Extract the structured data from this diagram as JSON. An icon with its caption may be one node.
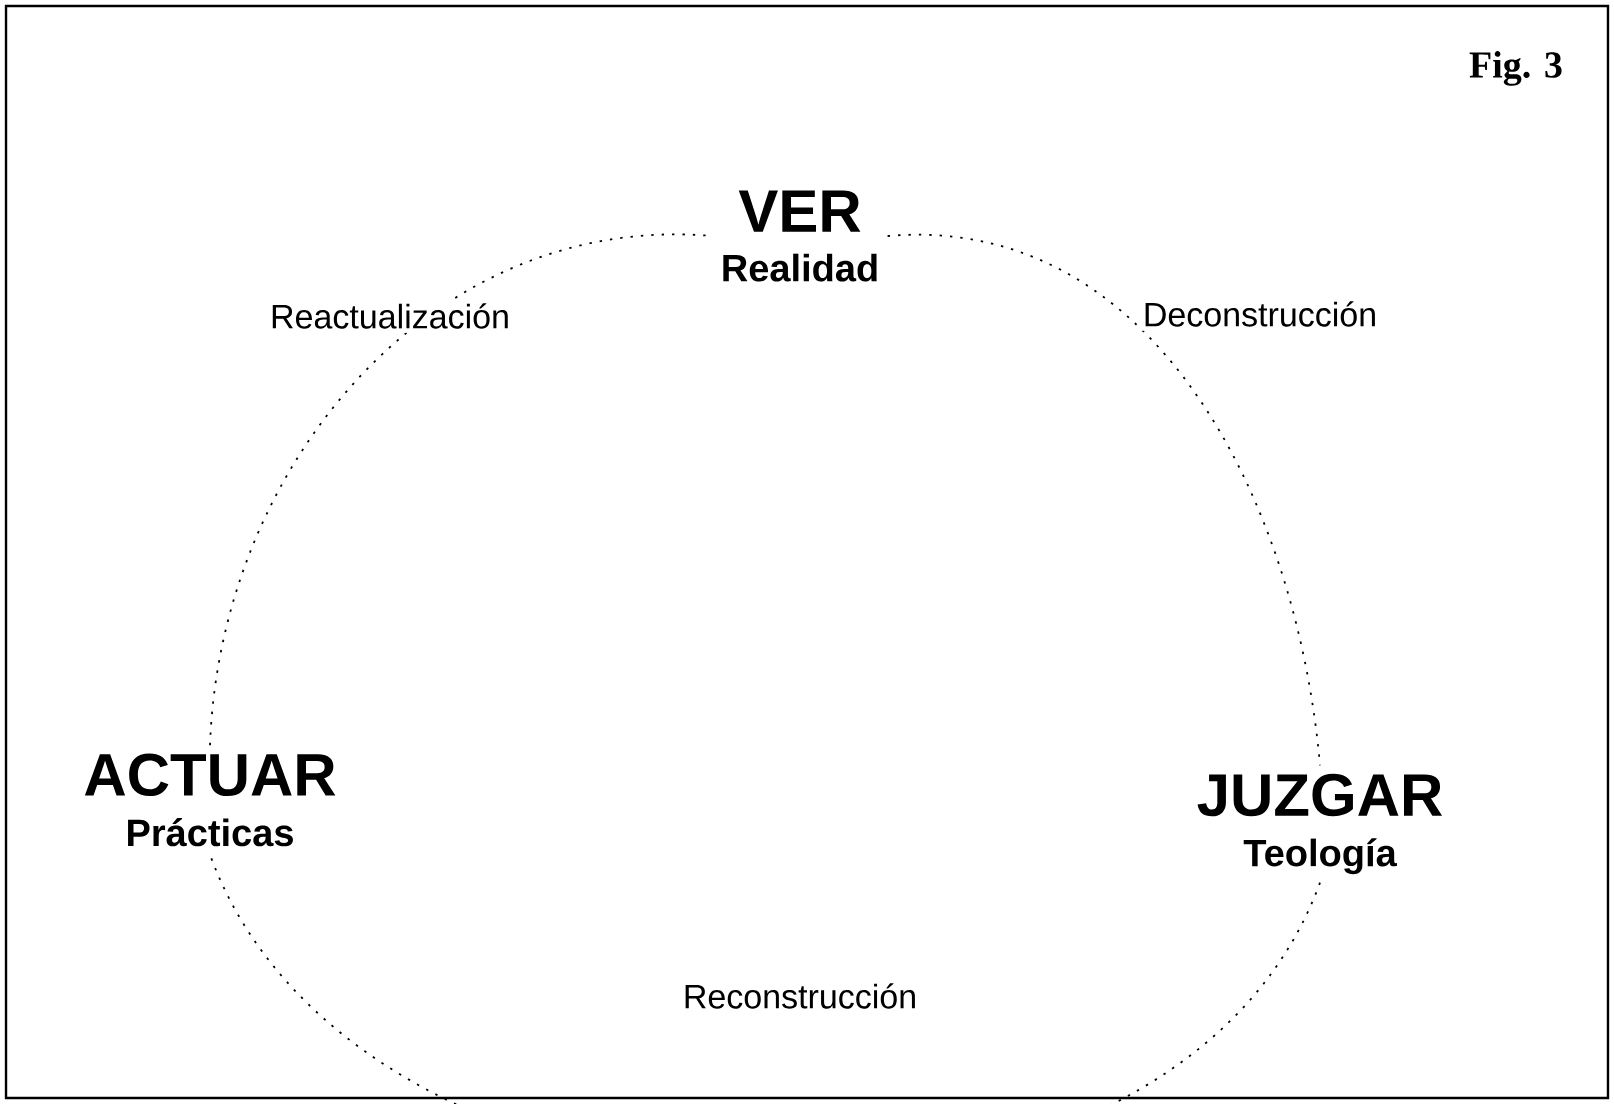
{
  "diagram": {
    "nodes": [
      {
        "text": [
          "VER",
          "Realidad"
        ]
      },
      {
        "text": [
          "JUZGAR",
          "Teología"
        ]
      },
      {
        "text": [
          "ACTUAR",
          "Prácticas"
        ]
      }
    ],
    "edges": [
      {
        "from": 0,
        "to": 1,
        "arrow": "none",
        "style": "dashed",
        "label": "Deconstrucción"
      },
      {
        "from": 1,
        "to": 2,
        "arrow": "none",
        "style": "dashed",
        "label": "Reconstrucción"
      },
      {
        "from": 2,
        "to": 0,
        "arrow": "none",
        "style": "dashed",
        "label": "Reactualización"
      }
    ],
    "labels": [
      "Fig. 3"
    ]
  }
}
